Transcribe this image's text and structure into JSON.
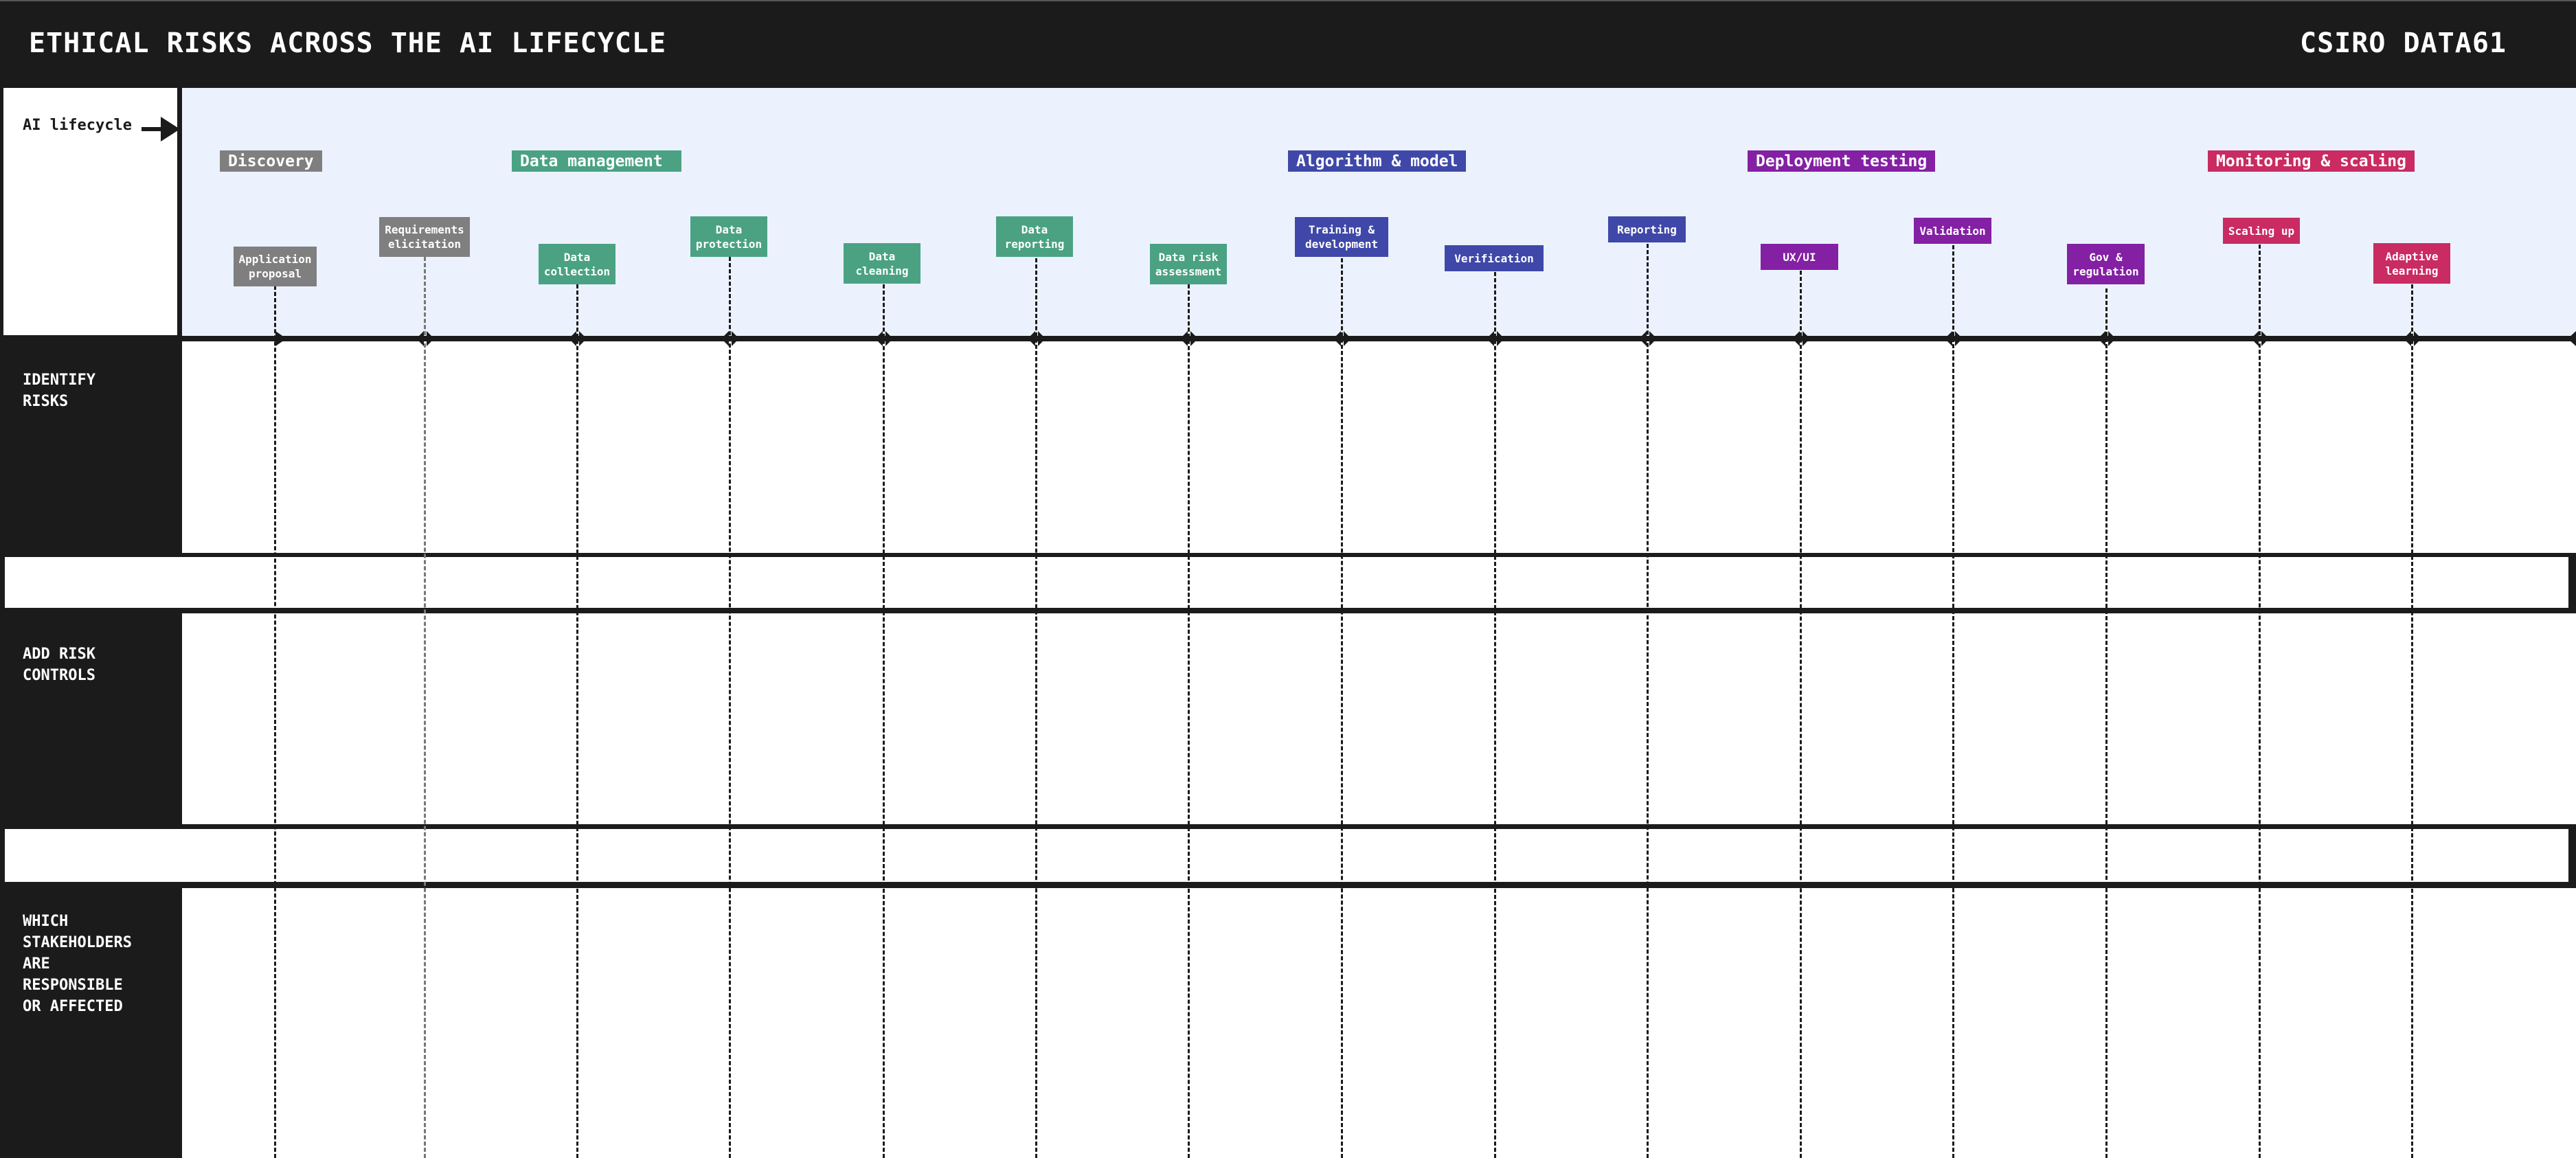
{
  "header": {
    "title": "ETHICAL RISKS ACROSS THE AI LIFECYCLE",
    "brand": "CSIRO DATA61"
  },
  "lifecycle": {
    "label": "AI lifecycle",
    "arrow_icon": "arrow-right-icon"
  },
  "colors": {
    "dark": "#1b1b1b",
    "band": "#ebf2fe",
    "discovery": "#7f7f7f",
    "data_management": "#4aa283",
    "algorithm_model": "#3f48a8",
    "deployment_testing": "#8420a4",
    "monitoring_scaling": "#c92b62"
  },
  "phases": [
    {
      "label": "Discovery",
      "color": "#7f7f7f"
    },
    {
      "label": "Data management",
      "color": "#4aa283"
    },
    {
      "label": "Algorithm & model",
      "color": "#3f48a8"
    },
    {
      "label": "Deployment testing",
      "color": "#8420a4"
    },
    {
      "label": "Monitoring & scaling",
      "color": "#c92b62"
    }
  ],
  "stages": [
    {
      "label": "Application\nproposal",
      "phase": "Discovery"
    },
    {
      "label": "Requirements\nelicitation",
      "phase": "Discovery"
    },
    {
      "label": "Data\ncollection",
      "phase": "Data management"
    },
    {
      "label": "Data\nprotection",
      "phase": "Data management"
    },
    {
      "label": "Data\ncleaning",
      "phase": "Data management"
    },
    {
      "label": "Data\nreporting",
      "phase": "Data management"
    },
    {
      "label": "Data risk\nassessment",
      "phase": "Data management"
    },
    {
      "label": "Training &\ndevelopment",
      "phase": "Algorithm & model"
    },
    {
      "label": "Verification",
      "phase": "Algorithm & model"
    },
    {
      "label": "Reporting",
      "phase": "Algorithm & model"
    },
    {
      "label": "UX/UI",
      "phase": "Deployment testing"
    },
    {
      "label": "Validation",
      "phase": "Deployment testing"
    },
    {
      "label": "Gov &\nregulation",
      "phase": "Deployment testing"
    },
    {
      "label": "Scaling up",
      "phase": "Monitoring & scaling"
    },
    {
      "label": "Adaptive\nlearning",
      "phase": "Monitoring & scaling"
    }
  ],
  "rows": [
    {
      "label": "IDENTIFY\nRISKS"
    },
    {
      "label": "ADD RISK\nCONTROLS"
    },
    {
      "label": "WHICH\nSTAKEHOLDERS\nARE\nRESPONSIBLE\nOR AFFECTED"
    }
  ]
}
